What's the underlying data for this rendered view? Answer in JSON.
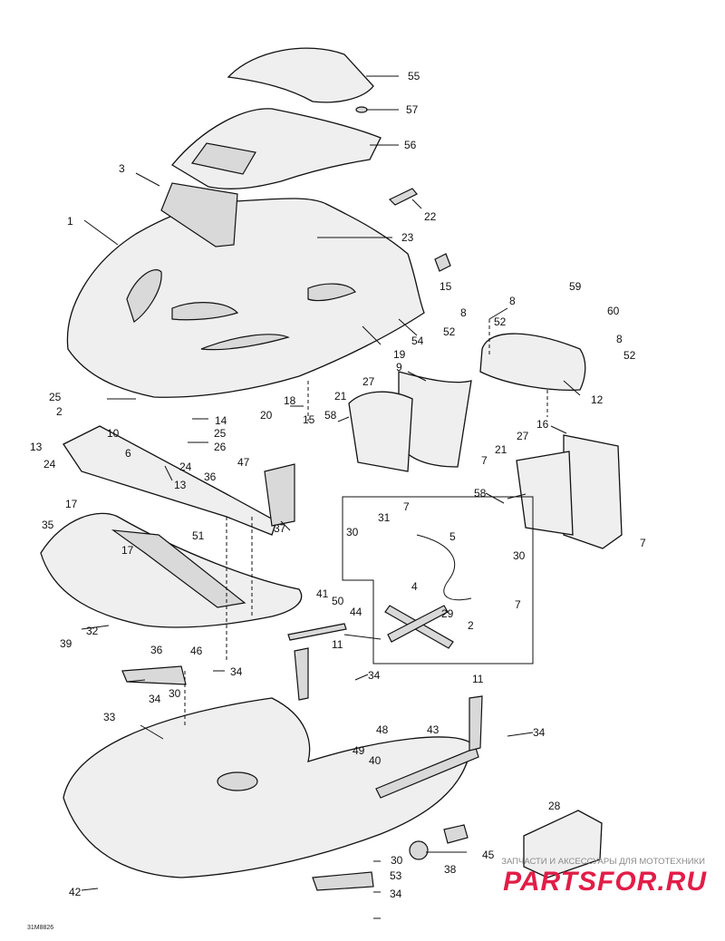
{
  "figure_code": "31M8826",
  "watermark": {
    "tagline": "ЗАПЧАСТИ И АКСЕССУАРЫ ДЛЯ МОТОТЕХНИКИ",
    "logo": "PARTSFOR.RU",
    "color": "#e11d48"
  },
  "callouts": [
    "1",
    "2",
    "3",
    "4",
    "5",
    "6",
    "7",
    "8",
    "9",
    "10",
    "11",
    "12",
    "13",
    "14",
    "15",
    "16",
    "17",
    "18",
    "19",
    "20",
    "21",
    "22",
    "23",
    "24",
    "25",
    "26",
    "27",
    "28",
    "29",
    "30",
    "31",
    "32",
    "33",
    "34",
    "35",
    "36",
    "37",
    "38",
    "39",
    "40",
    "41",
    "42",
    "43",
    "44",
    "45",
    "46",
    "47",
    "48",
    "49",
    "50",
    "51",
    "52",
    "53",
    "54",
    "55",
    "56",
    "57",
    "58",
    "59",
    "60"
  ]
}
